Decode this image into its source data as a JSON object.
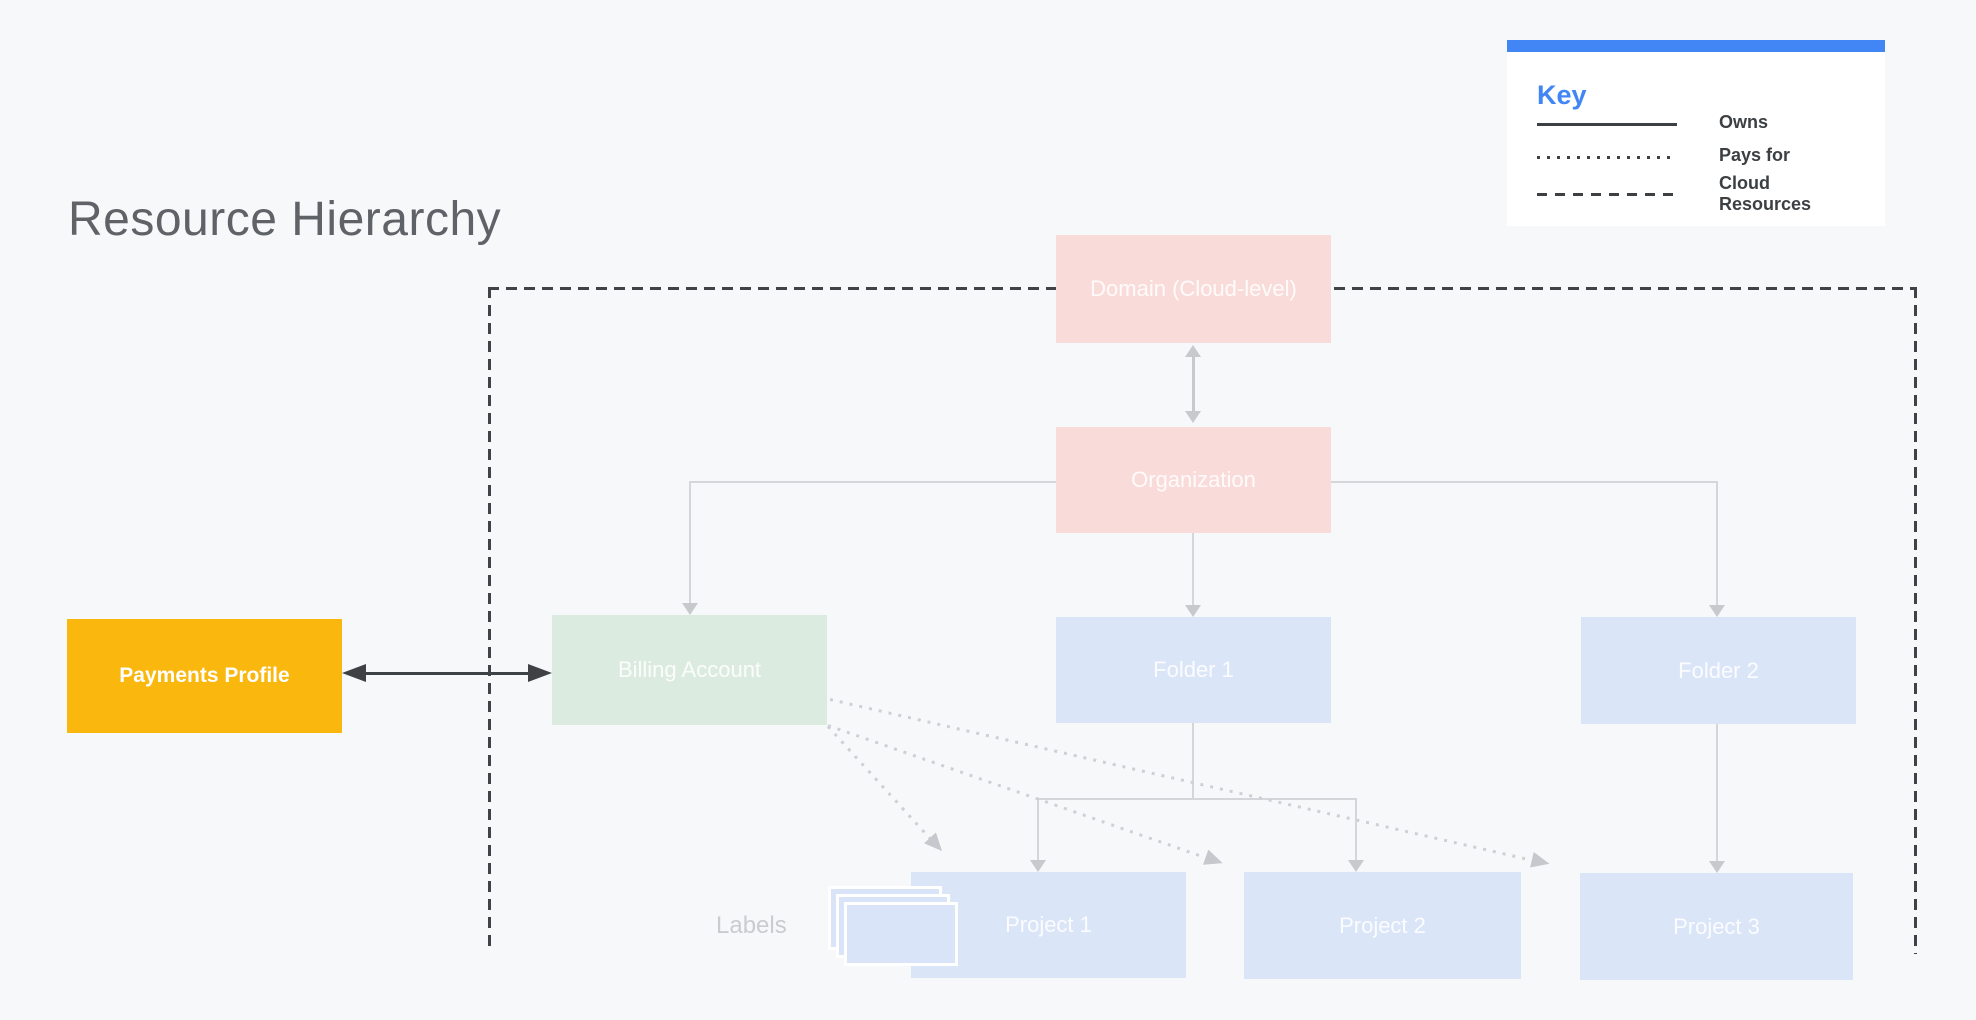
{
  "title": "Resource Hierarchy",
  "legend": {
    "title": "Key",
    "items": [
      {
        "style": "solid",
        "label": "Owns"
      },
      {
        "style": "dotted",
        "label": "Pays for"
      },
      {
        "style": "dashed",
        "label": "Cloud Resources"
      }
    ]
  },
  "nodes": {
    "payments_profile": {
      "label": "Payments Profile",
      "color": "#FAB70E",
      "text_color": "#ffffff"
    },
    "billing_account": {
      "label": "Billing Account",
      "color": "#dcebe0"
    },
    "domain": {
      "label": "Domain (Cloud-level)",
      "color": "#f9dcd9"
    },
    "organization": {
      "label": "Organization",
      "color": "#f9dcd9"
    },
    "folder_1": {
      "label": "Folder 1",
      "color": "#dbe5f8"
    },
    "folder_2": {
      "label": "Folder 2",
      "color": "#dbe5f8"
    },
    "project_1": {
      "label": "Project 1",
      "color": "#dbe5f8"
    },
    "project_2": {
      "label": "Project 2",
      "color": "#dbe5f8"
    },
    "project_3": {
      "label": "Project 3",
      "color": "#dbe5f8"
    }
  },
  "annotations": {
    "labels_caption": "Labels"
  },
  "colors": {
    "background": "#f7f8fa",
    "legend_accent": "#4285f4",
    "dark_line": "#3c4043",
    "faded_connector": "#d4d6d9",
    "dotted_connector": "#cdd0d4",
    "box_text": "rgba(255,255,255,0.88)"
  }
}
